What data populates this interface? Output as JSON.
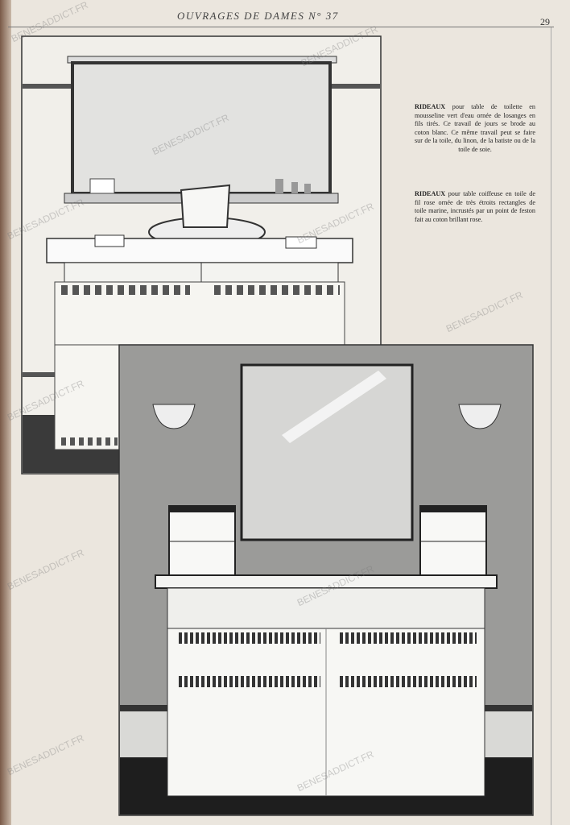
{
  "header": {
    "title": "OUVRAGES DE DAMES N° 37",
    "page_number": "29"
  },
  "captions": [
    {
      "lead": "RIDEAUX",
      "text": " pour table de toilette en mousseline vert d'eau ornée de losanges en fils tirés. Ce travail de jours se brode au coton blanc. Ce même travail peut se faire sur de la toile, du linon, de la batiste ou de la toile de soie."
    },
    {
      "lead": "RIDEAUX",
      "text": " pour table coiffeuse en toile de fil rose ornée de très étroits rectangles de toile marine, incrustés par un point de feston fait au coton brillant rose."
    }
  ],
  "watermark": "BENESADDICT.FR"
}
